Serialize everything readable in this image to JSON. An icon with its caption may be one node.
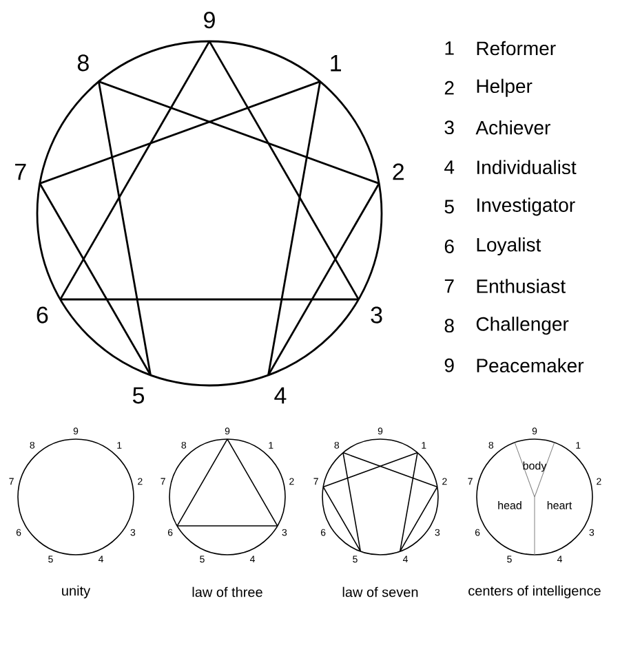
{
  "diagram": {
    "nodes": [
      {
        "text": [
          "1"
        ]
      },
      {
        "text": [
          "2"
        ]
      },
      {
        "text": [
          "3"
        ]
      },
      {
        "text": [
          "4"
        ]
      },
      {
        "text": [
          "5"
        ]
      },
      {
        "text": [
          "6"
        ]
      },
      {
        "text": [
          "7"
        ]
      },
      {
        "text": [
          "8"
        ]
      },
      {
        "text": [
          "9"
        ]
      },
      {
        "text": [
          "1"
        ]
      },
      {
        "text": [
          "2"
        ]
      },
      {
        "text": [
          "3"
        ]
      },
      {
        "text": [
          "4"
        ]
      },
      {
        "text": [
          "5"
        ]
      },
      {
        "text": [
          "6"
        ]
      },
      {
        "text": [
          "7"
        ]
      },
      {
        "text": [
          "8"
        ]
      },
      {
        "text": [
          "9"
        ]
      },
      {
        "text": [
          "1"
        ]
      },
      {
        "text": [
          "2"
        ]
      },
      {
        "text": [
          "3"
        ]
      },
      {
        "text": [
          "4"
        ]
      },
      {
        "text": [
          "5"
        ]
      },
      {
        "text": [
          "6"
        ]
      },
      {
        "text": [
          "7"
        ]
      },
      {
        "text": [
          "8"
        ]
      },
      {
        "text": [
          "9"
        ]
      },
      {
        "text": [
          "1"
        ]
      },
      {
        "text": [
          "2"
        ]
      },
      {
        "text": [
          "3"
        ]
      },
      {
        "text": [
          "4"
        ]
      },
      {
        "text": [
          "5"
        ]
      },
      {
        "text": [
          "6"
        ]
      },
      {
        "text": [
          "7"
        ]
      },
      {
        "text": [
          "8"
        ]
      },
      {
        "text": [
          "9"
        ]
      },
      {
        "text": [
          "1"
        ]
      },
      {
        "text": [
          "2"
        ]
      },
      {
        "text": [
          "3"
        ]
      },
      {
        "text": [
          "4"
        ]
      },
      {
        "text": [
          "5"
        ]
      },
      {
        "text": [
          "6"
        ]
      },
      {
        "text": [
          "7"
        ]
      },
      {
        "text": [
          "8"
        ]
      },
      {
        "text": [
          "9"
        ]
      }
    ],
    "edges": [
      {
        "from": 8,
        "to": 2,
        "arrow": "none"
      },
      {
        "from": 2,
        "to": 5,
        "arrow": "none"
      },
      {
        "from": 5,
        "to": 8,
        "arrow": "none"
      },
      {
        "from": 0,
        "to": 3,
        "arrow": "none"
      },
      {
        "from": 3,
        "to": 1,
        "arrow": "none"
      },
      {
        "from": 1,
        "to": 7,
        "arrow": "none"
      },
      {
        "from": 7,
        "to": 4,
        "arrow": "none"
      },
      {
        "from": 4,
        "to": 6,
        "arrow": "none"
      },
      {
        "from": 6,
        "to": 0,
        "arrow": "none"
      },
      {
        "from": 26,
        "to": 20,
        "arrow": "none"
      },
      {
        "from": 20,
        "to": 23,
        "arrow": "none"
      },
      {
        "from": 23,
        "to": 26,
        "arrow": "none"
      },
      {
        "from": 27,
        "to": 30,
        "arrow": "none"
      },
      {
        "from": 30,
        "to": 28,
        "arrow": "none"
      },
      {
        "from": 28,
        "to": 34,
        "arrow": "none"
      },
      {
        "from": 34,
        "to": 31,
        "arrow": "none"
      },
      {
        "from": 31,
        "to": 33,
        "arrow": "none"
      },
      {
        "from": 33,
        "to": 27,
        "arrow": "none"
      }
    ],
    "labels": [
      "1",
      "Reformer",
      "2",
      "Helper",
      "3",
      "Achiever",
      "4",
      "Individualist",
      "5",
      "Investigator",
      "6",
      "Loyalist",
      "7",
      "Enthusiast",
      "8",
      "Challenger",
      "9",
      "Peacemaker",
      "body",
      "head",
      "heart",
      "unity",
      "law of three",
      "law of seven",
      "centers of intelligence"
    ]
  }
}
